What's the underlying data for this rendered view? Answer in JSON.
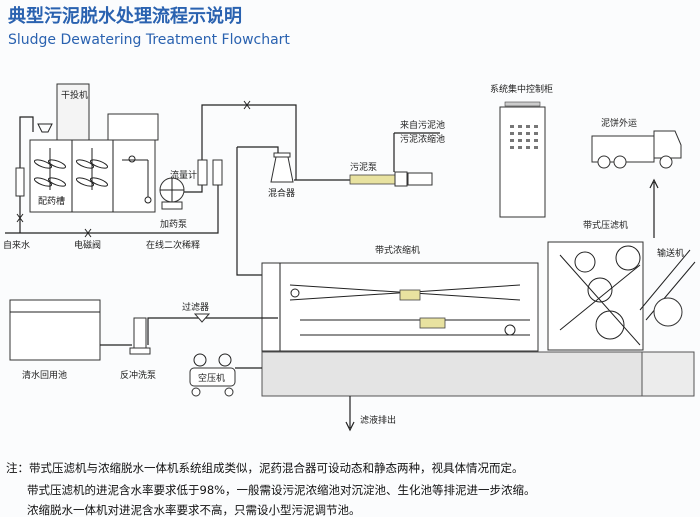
{
  "title": "典型污泥脱水处理流程示说明",
  "subtitle": "Sludge Dewatering Treatment Flowchart",
  "labels": {
    "dry_feeder": "干投机",
    "dosing_tank": "配药槽",
    "tap_water": "自来水",
    "solenoid_valve": "电磁阀",
    "online_dilution": "在线二次稀释",
    "dosing_pump": "加药泵",
    "flowmeter": "流量计",
    "mixer": "混合器",
    "sludge_pump": "污泥泵",
    "source_1": "来自污泥池",
    "source_2": "污泥浓缩池",
    "control_cabinet": "系统集中控制柜",
    "cake_transport": "泥饼外运",
    "belt_press": "带式压滤机",
    "conveyor": "输送机",
    "belt_thickener": "带式浓缩机",
    "filter": "过滤器",
    "clean_water_tank": "清水回用池",
    "backwash_pump": "反冲洗泵",
    "air_compressor": "空压机",
    "filtrate_discharge": "滤液排出"
  },
  "notes": [
    "注：带式压滤机与浓缩脱水一体机系统组成类似，泥药混合器可设动态和静态两种，视具体情况而定。",
    "带式压滤机的进泥含水率要求低于98%，一般需设污泥浓缩池对沉淀池、生化池等排泥进一步浓缩。",
    "浓缩脱水一体机对进泥含水率要求不高，只需设小型污泥调节池。"
  ],
  "colors": {
    "title": "#2a62b0",
    "equipment_accent": "#e8e2a0"
  }
}
